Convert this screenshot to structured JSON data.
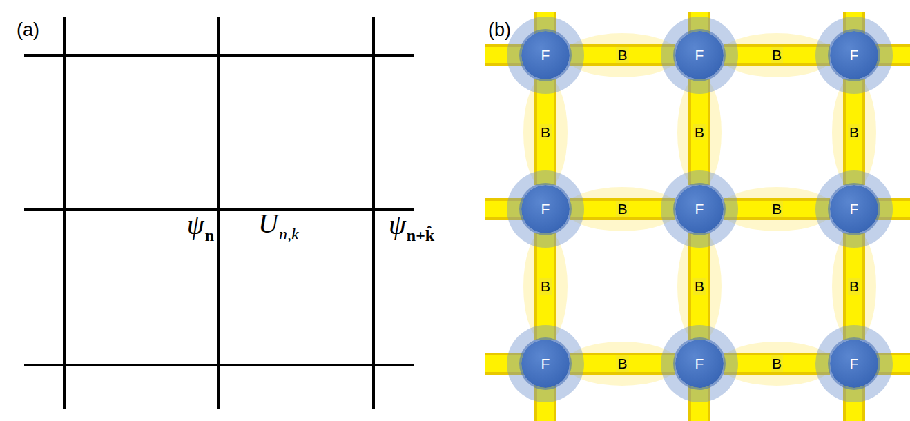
{
  "diagram": {
    "nodes": [
      {
        "text": [
          "F"
        ]
      },
      {
        "text": [
          "F"
        ]
      },
      {
        "text": [
          "F"
        ]
      },
      {
        "text": [
          "F"
        ]
      },
      {
        "text": [
          "F"
        ]
      },
      {
        "text": [
          "F"
        ]
      },
      {
        "text": [
          "F"
        ]
      },
      {
        "text": [
          "F"
        ]
      },
      {
        "text": [
          "F"
        ]
      }
    ],
    "edges": [
      {
        "from": 0,
        "to": 1,
        "arrow": "none",
        "label": "B"
      },
      {
        "from": 1,
        "to": 2,
        "arrow": "none",
        "label": "B"
      },
      {
        "from": 3,
        "to": 4,
        "arrow": "none",
        "label": "B"
      },
      {
        "from": 4,
        "to": 5,
        "arrow": "none",
        "label": "B"
      },
      {
        "from": 6,
        "to": 7,
        "arrow": "none",
        "label": "B"
      },
      {
        "from": 7,
        "to": 8,
        "arrow": "none",
        "label": "B"
      },
      {
        "from": 0,
        "to": 3,
        "arrow": "none",
        "label": "B"
      },
      {
        "from": 1,
        "to": 4,
        "arrow": "none",
        "label": "B"
      },
      {
        "from": 2,
        "to": 5,
        "arrow": "none",
        "label": "B"
      },
      {
        "from": 3,
        "to": 6,
        "arrow": "none",
        "label": "B"
      },
      {
        "from": 4,
        "to": 7,
        "arrow": "none",
        "label": "B"
      },
      {
        "from": 5,
        "to": 8,
        "arrow": "none",
        "label": "B"
      }
    ],
    "labels": [
      "(a)",
      "(b)",
      "ψ",
      "n",
      "U",
      "n,k",
      "ψ",
      "n+k̂"
    ]
  }
}
